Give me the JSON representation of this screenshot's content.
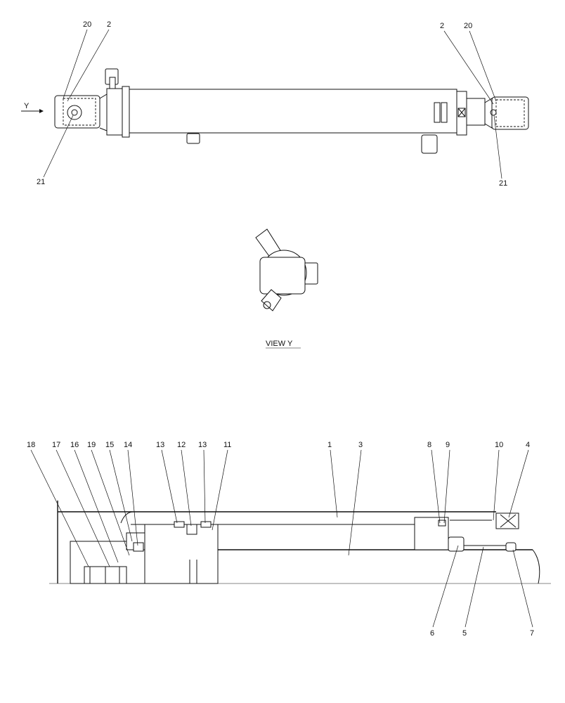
{
  "top_view": {
    "callouts": {
      "left_20": "20",
      "left_2": "2",
      "left_21": "21",
      "right_2": "2",
      "right_20": "20",
      "right_21": "21"
    },
    "view_arrow_label": "Y"
  },
  "end_view": {
    "caption": "VIEW  Y"
  },
  "section_view": {
    "callouts": {
      "c18": "18",
      "c17": "17",
      "c16": "16",
      "c19": "19",
      "c15": "15",
      "c14": "14",
      "c13a": "13",
      "c12": "12",
      "c13b": "13",
      "c11": "11",
      "c1": "1",
      "c3": "3",
      "c8": "8",
      "c9": "9",
      "c10": "10",
      "c4": "4",
      "c6": "6",
      "c5": "5",
      "c7": "7"
    }
  }
}
